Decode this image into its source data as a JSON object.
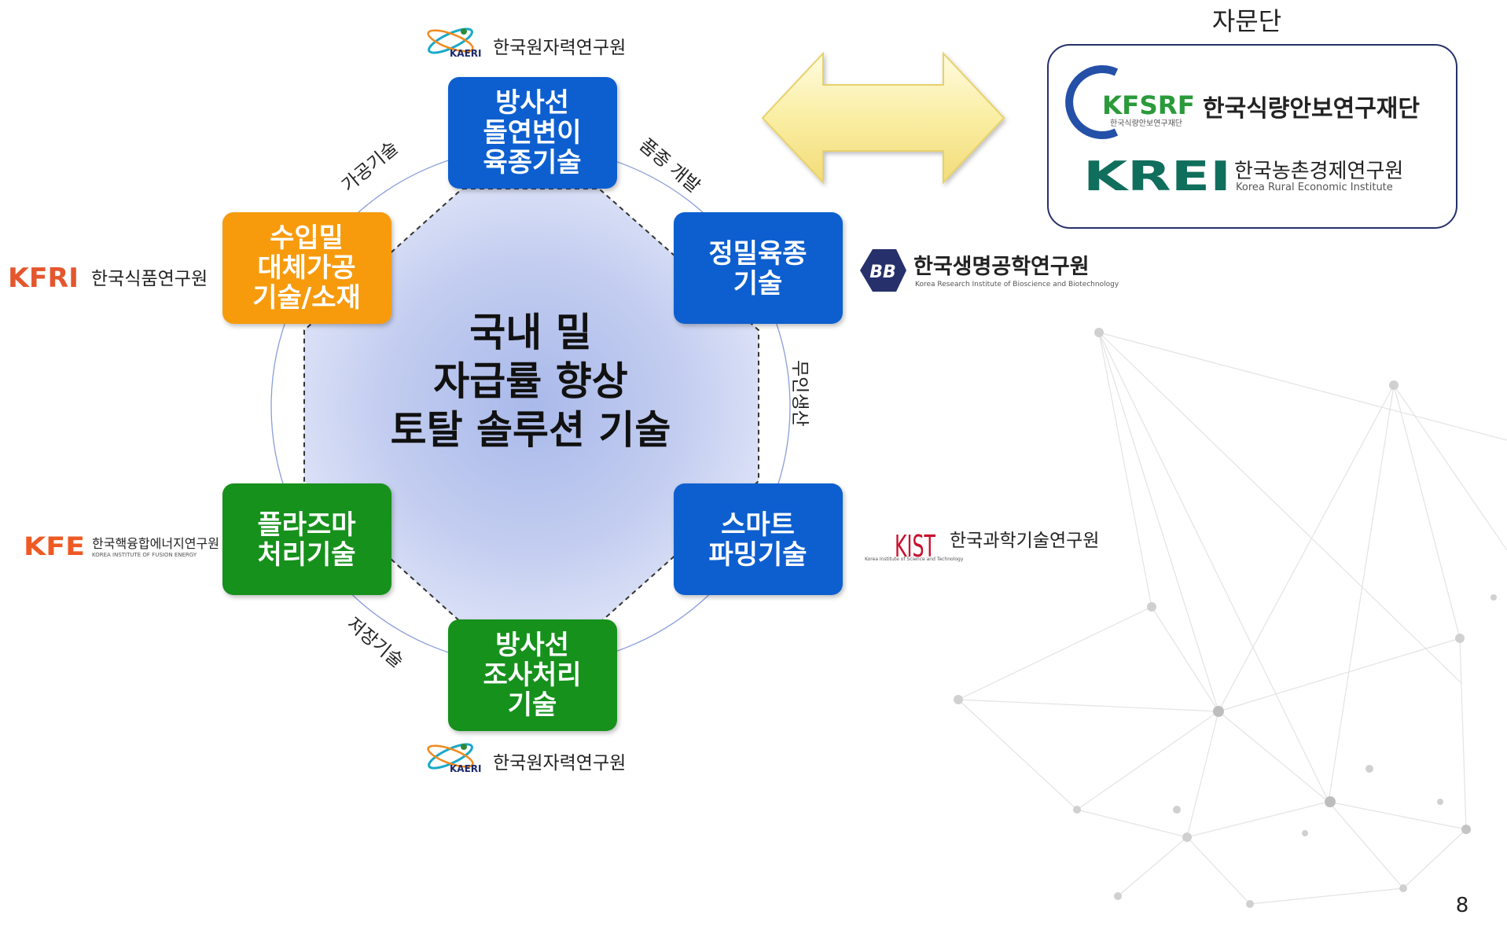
{
  "center": {
    "line1": "국내 밀",
    "line2": "자급률 향상",
    "line3": "토탈 솔루션 기술"
  },
  "boxes": {
    "top": [
      "방사선",
      "돌연변이",
      "육종기술"
    ],
    "upper_right": [
      "정밀육종",
      "기술"
    ],
    "lower_right": [
      "스마트",
      "파밍기술"
    ],
    "bottom": [
      "방사선",
      "조사처리",
      "기술"
    ],
    "lower_left": [
      "플라즈마",
      "처리기술"
    ],
    "upper_left": [
      "수입밀",
      "대체가공",
      "기술/소재"
    ]
  },
  "box_colors": {
    "blue": "#0a5fd0",
    "green": "#16911d",
    "orange": "#f79b11"
  },
  "edge_labels": {
    "top_right": "품종 개발",
    "right": "무인생산",
    "bottom_left": "저장기술",
    "top_left": "가공기술"
  },
  "orgs": {
    "kaeri_top": {
      "abbr": "KAERI",
      "name": "한국원자력연구원"
    },
    "kaeri_bottom": {
      "abbr": "KAERI",
      "name": "한국원자력연구원"
    },
    "kribb": {
      "name": "한국생명공학연구원",
      "sub": "Korea Research Institute of Bioscience and Biotechnology"
    },
    "kist": {
      "abbr": "KIST",
      "sub": "Korea Institute of Science and Technology",
      "name": "한국과학기술연구원"
    },
    "kfri": {
      "abbr": "KFRI",
      "name": "한국식품연구원"
    },
    "kfe": {
      "abbr": "KFE",
      "name": "한국핵융합에너지연구원",
      "sub": "KOREA INSTITUTE OF FUSION ENERGY"
    }
  },
  "advisory": {
    "title": "자문단",
    "kfsrf": {
      "abbr": "KFSRF",
      "sub": "한국식량안보연구재단",
      "name": "한국식량안보연구재단"
    },
    "krei": {
      "abbr": "KREI",
      "name": "한국농촌경제연구원",
      "sub": "Korea Rural Economic Institute"
    }
  },
  "page_number": "8"
}
